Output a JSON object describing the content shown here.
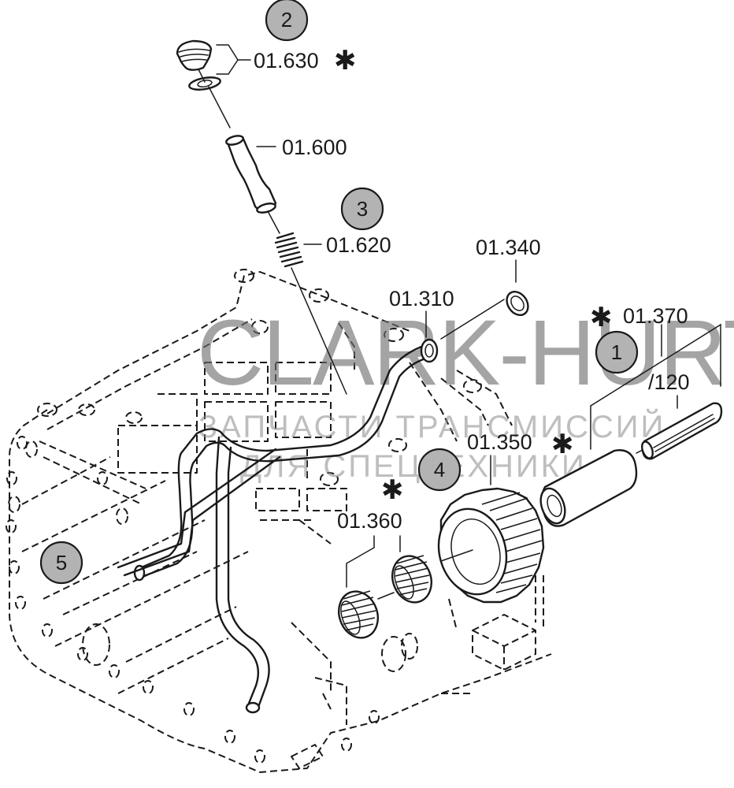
{
  "diagram": {
    "type": "exploded-parts-diagram",
    "watermark": {
      "brand": "CLARK-HURTH",
      "line2": "ЗАПЧАСТИ ТРАНСМИССИЙ",
      "line3": "ДЛЯ СПЕЦТЕХНИКИ"
    },
    "callouts": [
      {
        "id": "1",
        "label": "1"
      },
      {
        "id": "2",
        "label": "2"
      },
      {
        "id": "3",
        "label": "3"
      },
      {
        "id": "4",
        "label": "4"
      },
      {
        "id": "5",
        "label": "5"
      }
    ],
    "parts": [
      {
        "number": "01.630",
        "marked": true,
        "description": "plug with seal ring"
      },
      {
        "number": "01.600",
        "marked": false,
        "description": "dipstick tube"
      },
      {
        "number": "01.620",
        "marked": false,
        "description": "spring"
      },
      {
        "number": "01.340",
        "marked": false,
        "description": "o-ring"
      },
      {
        "number": "01.310",
        "marked": false,
        "description": "oil pipe"
      },
      {
        "number": "01.370",
        "marked": true,
        "description": "shaft assembly"
      },
      {
        "number": "/120",
        "marked": false,
        "description": "pin"
      },
      {
        "number": "01.350",
        "marked": true,
        "description": "gear"
      },
      {
        "number": "01.360",
        "marked": true,
        "description": "needle bearings"
      }
    ],
    "marker_symbol": "✱",
    "colors": {
      "line": "#1a1a1a",
      "callout_fill": "#b3b3b3",
      "background": "#ffffff",
      "watermark": "#6e6e6e"
    }
  }
}
